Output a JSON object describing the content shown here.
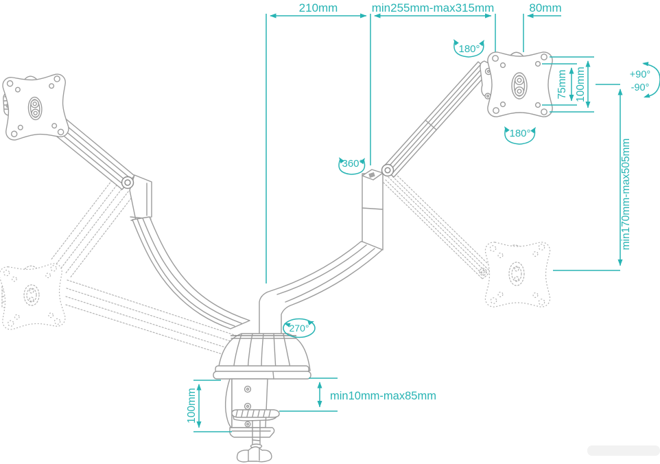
{
  "colors": {
    "annotation": "#28b4b4",
    "linework": "#9b9b9b",
    "ghost_linework": "#b2b2b2"
  },
  "dims": {
    "reach_left": "210mm",
    "reach_mid": "min255mm-max315mm",
    "offset_right": "80mm",
    "vesa_pitch": "75mm",
    "vesa_size": "100mm",
    "height_range": "min170mm-max505mm",
    "clamp_height": "100mm",
    "desk_thickness": "min10mm-max85mm"
  },
  "angles": {
    "swivel_top": "180°",
    "swivel_bottom": "180°",
    "rotate_arm": "360°",
    "rotate_base": "270°",
    "tilt_plus": "+90°",
    "tilt_minus": "-90°"
  }
}
